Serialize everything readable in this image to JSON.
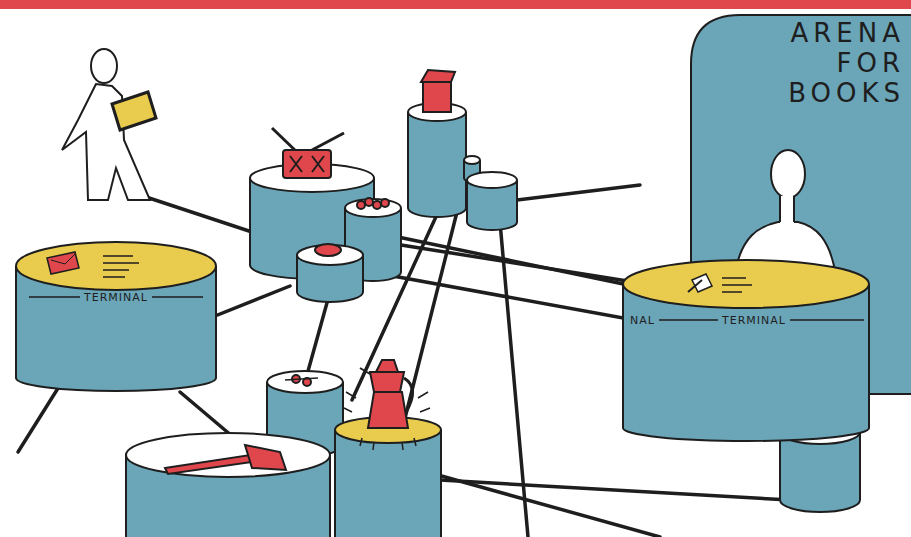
{
  "diagram": {
    "nodes": [
      {
        "text": [
          "TERMINAL"
        ]
      },
      {
        "text": [
          "ARENA FOR BOOKS"
        ]
      },
      {
        "text": [
          "NAL",
          "TERMINAL"
        ]
      }
    ]
  }
}
